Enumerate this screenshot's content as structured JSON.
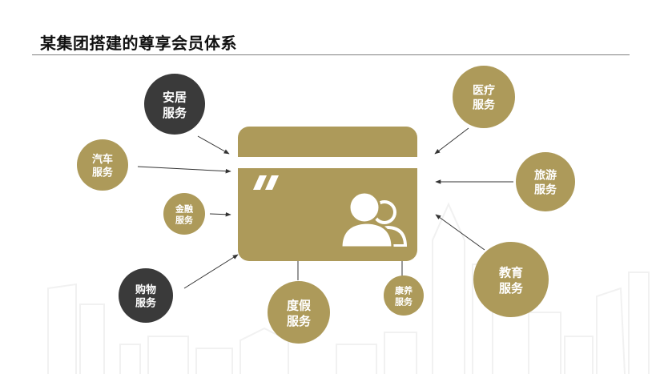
{
  "title": "某集团搭建的尊享会员体系",
  "colors": {
    "gold": "#ad9a5a",
    "dark": "#3a3a3a",
    "arrow": "#333333",
    "rule": "#7f7f7f",
    "skyline": "#f1f1f1"
  },
  "card": {
    "icon": "user-group-icon",
    "quote_icon": "quote-mark-icon"
  },
  "services": [
    {
      "id": "housing",
      "line1": "安居",
      "line2": "服务",
      "style": "dark"
    },
    {
      "id": "auto",
      "line1": "汽车",
      "line2": "服务",
      "style": "gold"
    },
    {
      "id": "finance",
      "line1": "金融",
      "line2": "服务",
      "style": "gold"
    },
    {
      "id": "shopping",
      "line1": "购物",
      "line2": "服务",
      "style": "dark"
    },
    {
      "id": "vacation",
      "line1": "度假",
      "line2": "服务",
      "style": "gold"
    },
    {
      "id": "wellness",
      "line1": "康养",
      "line2": "服务",
      "style": "gold"
    },
    {
      "id": "medical",
      "line1": "医疗",
      "line2": "服务",
      "style": "gold"
    },
    {
      "id": "travel",
      "line1": "旅游",
      "line2": "服务",
      "style": "gold"
    },
    {
      "id": "education",
      "line1": "教育",
      "line2": "服务",
      "style": "gold"
    }
  ]
}
